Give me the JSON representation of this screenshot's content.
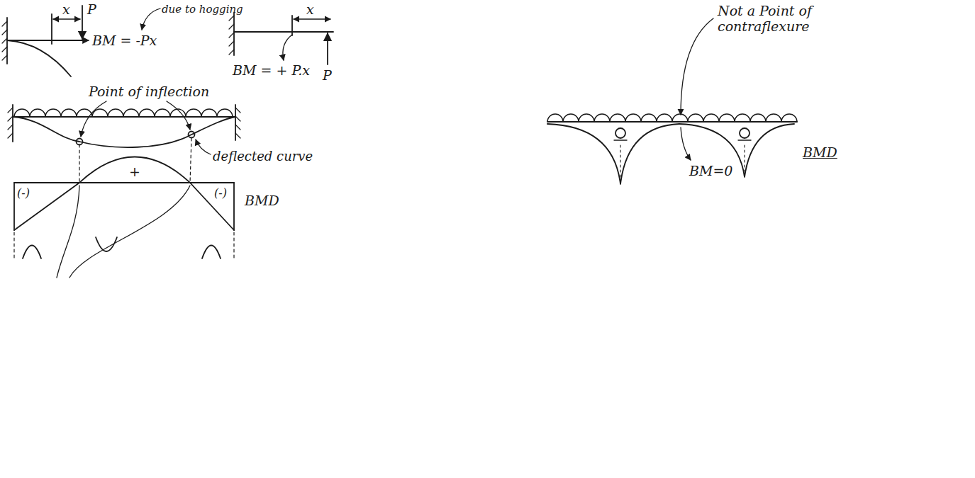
{
  "diagram": {
    "labels": [
      "x",
      "P",
      "due to hogging",
      "BM = -Px",
      "x",
      "BM = + P.x",
      "P",
      "Point of inflection",
      "deflected curve",
      "+",
      "(-)",
      "(-)",
      "BMD",
      "Not a Point of contraflexure",
      "BM=0",
      "BMD"
    ]
  }
}
